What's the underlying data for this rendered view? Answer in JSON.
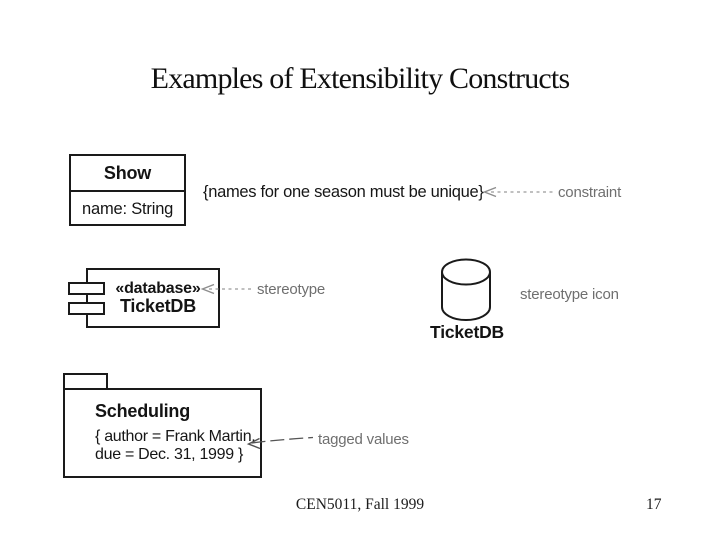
{
  "slide": {
    "title": "Examples of Extensibility Constructs",
    "footer": {
      "course": "CEN5011, Fall 1999",
      "page": "17"
    }
  },
  "class_box": {
    "name": "Show",
    "attribute": "name: String"
  },
  "constraint": {
    "text": "{names for one season must be unique}",
    "label": "constraint"
  },
  "component": {
    "stereotype": "«database»",
    "name": "TicketDB",
    "label": "stereotype"
  },
  "stereotype_icon": {
    "name": "TicketDB",
    "label": "stereotype icon"
  },
  "package": {
    "name": "Scheduling",
    "tag_line1": "{ author = Frank Martin,",
    "tag_line2": "due = Dec. 31, 1999 }",
    "label": "tagged values"
  },
  "colors": {
    "ink": "#1a1a1a",
    "label_gray": "#6f6f6f",
    "arrow_gray": "#9b9b9b"
  }
}
